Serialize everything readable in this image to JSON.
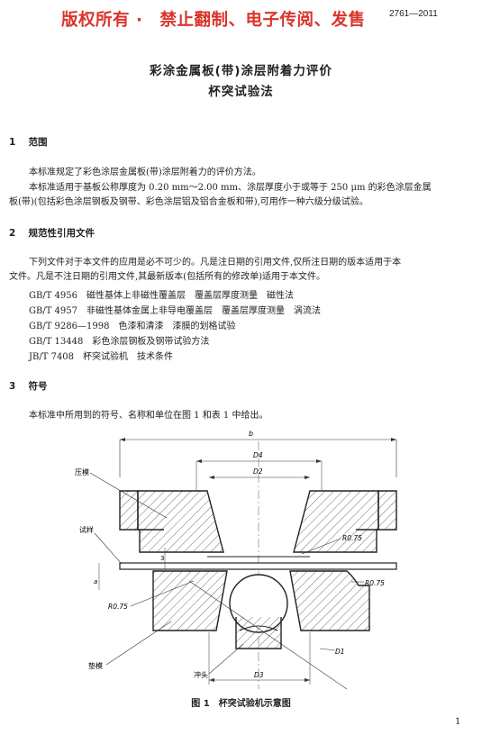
{
  "watermark": "版权所有 ·　禁止翻制、电子传阅、发售",
  "standard_no_tail": "2761—2011",
  "title_line1": "彩涂金属板(带)涂层附着力评价",
  "title_line2": "杯突试验法",
  "sections": [
    {
      "num": "1",
      "title": "范围"
    },
    {
      "num": "2",
      "title": "规范性引用文件"
    },
    {
      "num": "3",
      "title": "符号"
    }
  ],
  "s1_p1": "本标准规定了彩色涂层金属板(带)涂层附着力的评价方法。",
  "s1_p2a": "本标准适用于基板公称厚度为 0.20 mm～2.00 mm、涂层厚度小于或等于 250 μm 的彩色涂层金属",
  "s1_p2b": "板(带)(包括彩色涂层钢板及钢带、彩色涂层铝及铝合金板和带),可用作一种六级分级试验。",
  "s2_p1a": "下列文件对于本文件的应用是必不可少的。凡是注日期的引用文件,仅所注日期的版本适用于本",
  "s2_p1b": "文件。凡是不注日期的引用文件,其最新版本(包括所有的修改单)适用于本文件。",
  "refs": [
    "GB/T 4956　磁性基体上非磁性覆盖层　覆盖层厚度测量　磁性法",
    "GB/T 4957　非磁性基体金属上非导电覆盖层　覆盖层厚度测量　涡流法",
    "GB/T 9286—1998　色漆和清漆　漆膜的划格试验",
    "GB/T 13448　彩色涂层钢板及钢带试验方法",
    "JB/T 7408　杯突试验机　技术条件"
  ],
  "s3_p1": "本标准中所用到的符号、名称和单位在图 1 和表 1 中给出。",
  "figure": {
    "label_b": "b",
    "label_d4": "D4",
    "label_d2": "D2",
    "label_d1": "D1",
    "label_d3": "D3",
    "label_press": "压模",
    "label_specimen": "试样",
    "label_die": "垫模",
    "label_punch": "冲头",
    "label_r075_a": "R0.75",
    "label_r075_b": "R0.75",
    "label_r075_c": "R0.75",
    "label_3": "3",
    "label_a": "a"
  },
  "caption": "图 1　杯突试验机示意图",
  "page_number": "1"
}
